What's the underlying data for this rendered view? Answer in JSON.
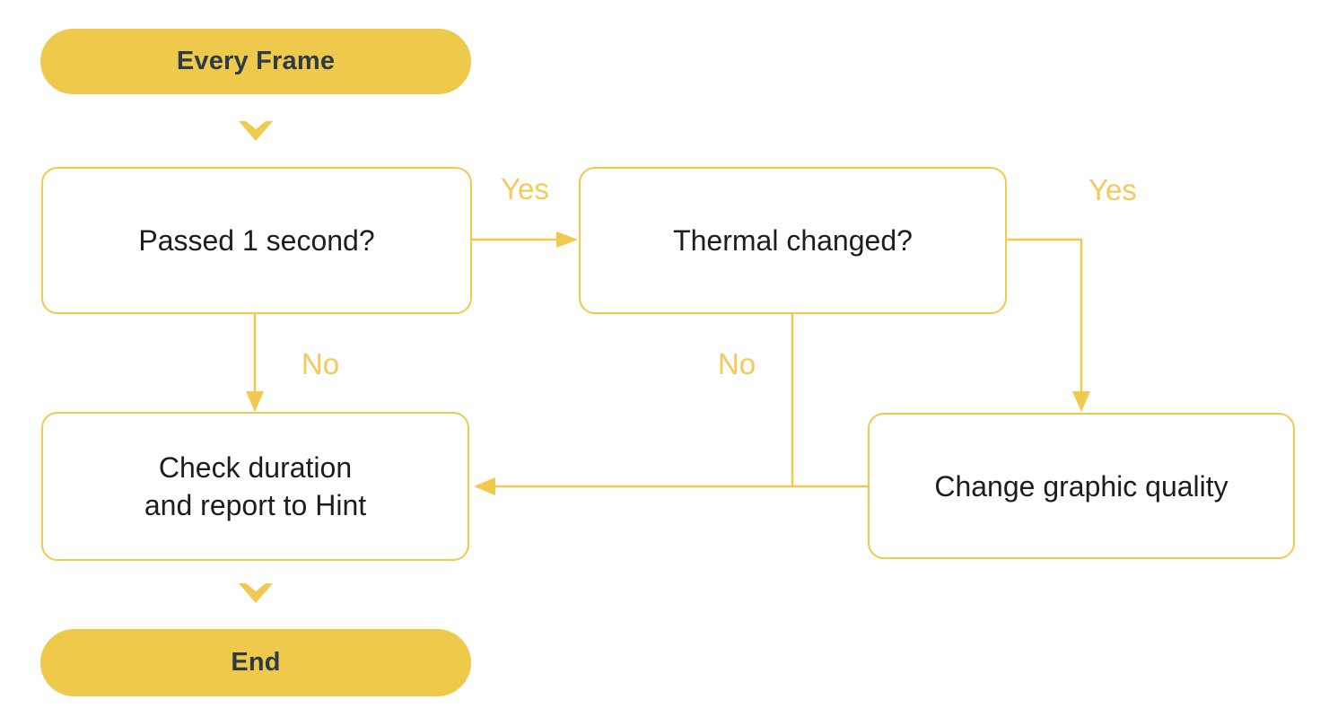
{
  "diagram": {
    "type": "flowchart",
    "background_color": "#FFFFFF",
    "accent_fill_color": "#EFC94B",
    "accent_line_color": "#F1C94E",
    "edge_label_color": "#F3CB5A",
    "pill_text_color": "#2D3B46",
    "node_text_color": "#1B1D20",
    "nodes": {
      "start": {
        "label": "Every Frame",
        "shape": "pill"
      },
      "passed": {
        "label": "Passed 1 second?",
        "shape": "rounded-box"
      },
      "thermal": {
        "label": "Thermal changed?",
        "shape": "rounded-box"
      },
      "quality": {
        "label": "Change graphic quality",
        "shape": "rounded-box"
      },
      "duration": {
        "lines": [
          "Check duration",
          "and report to Hint"
        ],
        "shape": "rounded-box"
      },
      "end": {
        "label": "End",
        "shape": "pill"
      }
    },
    "edge_labels": {
      "passed_yes": "Yes",
      "passed_no": "No",
      "thermal_yes": "Yes",
      "thermal_no": "No"
    },
    "flow": [
      "start -> passed",
      "passed -Yes-> thermal",
      "passed -No-> duration",
      "thermal -Yes-> quality",
      "thermal -No-> duration",
      "quality -> duration",
      "duration -> end"
    ]
  }
}
